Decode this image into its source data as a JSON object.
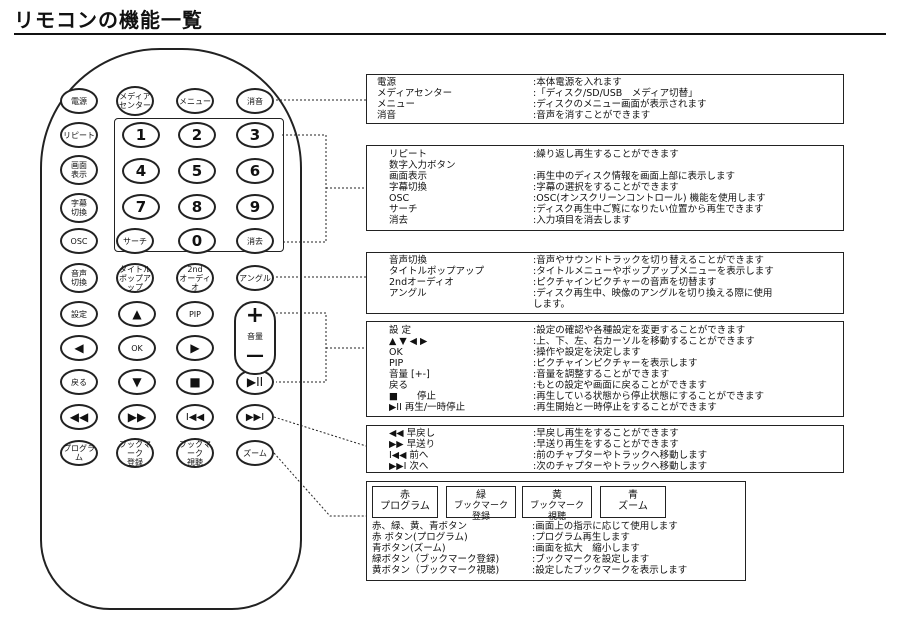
{
  "title": "リモコンの機能一覧",
  "remote": {
    "buttons": {
      "power": "電源",
      "media_center": "メディア\nセンター",
      "menu": "メニュー",
      "mute": "消音",
      "repeat": "リピート",
      "screen_display": "画面\n表示",
      "subtitle": "字幕\n切換",
      "osc": "OSC",
      "search": "サーチ",
      "clear": "消去",
      "audio": "音声\n切換",
      "title_popup": "タイトル\nポップアップ",
      "second_audio": "2nd\nオーディオ",
      "angle": "アングル",
      "setup": "設定",
      "pip": "PIP",
      "ok": "OK",
      "back": "戻る",
      "program": "プログラム",
      "bookmark_register": "ブックマーク\n登録",
      "bookmark_view": "ブックマーク\n視聴",
      "zoom": "ズーム",
      "num_1": "1",
      "num_2": "2",
      "num_3": "3",
      "num_4": "4",
      "num_5": "5",
      "num_6": "6",
      "num_7": "7",
      "num_8": "8",
      "num_9": "9",
      "num_0": "0",
      "up": "▲",
      "down": "▼",
      "left": "◀",
      "right": "▶",
      "stop": "■",
      "play_pause": "▶II",
      "rewind": "◀◀",
      "forward": "▶▶",
      "prev": "I◀◀",
      "next": "▶▶I",
      "vol_plus": "+",
      "vol_minus": "—",
      "vol_label": "音量"
    }
  },
  "boxes": [
    {
      "rows": [
        {
          "label": "電源",
          "desc": ":本体電源を入れます"
        },
        {
          "label": "メディアセンター",
          "desc": ":「ディスク/SD/USB　メディア切替」"
        },
        {
          "label": " メニュー",
          "desc": ":ディスクのメニュー画面が表示されます"
        },
        {
          "label": " 消音",
          "desc": ":音声を消すことができます"
        }
      ]
    },
    {
      "rows": [
        {
          "label": "リピート",
          "desc": ":繰り返し再生することができます"
        },
        {
          "label": "数字入力ボタン",
          "desc": ""
        },
        {
          "label": "画面表示",
          "desc": ":再生中のディスク情報を画面上部に表示します"
        },
        {
          "label": "字幕切換",
          "desc": ":字幕の選択をすることができます"
        },
        {
          "label": "OSC",
          "desc": ":OSC(オンスクリーンコントロール) 機能を使用します"
        },
        {
          "label": "サーチ",
          "desc": ":ディスク再生中ご覧になりたい位置から再生できます"
        },
        {
          "label": "消去",
          "desc": ":入力項目を消去します"
        }
      ]
    },
    {
      "rows": [
        {
          "label": "音声切換",
          "desc": ":音声やサウンドトラックを切り替えることができます"
        },
        {
          "label": "タイトルポップアップ",
          "desc": ":タイトルメニューやポップアップメニューを表示します"
        },
        {
          "label": "2ndオーディオ",
          "desc": ":ピクチャインピクチャーの音声を切替ます"
        },
        {
          "label": "アングル",
          "desc": ":ディスク再生中、映像のアングルを切り換える際に使用"
        },
        {
          "label": "",
          "desc": " します。"
        }
      ]
    },
    {
      "rows": [
        {
          "label": "設 定",
          "desc": ":設定の確認や各種設定を変更することができます"
        },
        {
          "label": "▲ ▼ ◀ ▶",
          "desc": ":上、下、左、右カーソルを移動することができます"
        },
        {
          "label": "OK",
          "desc": ":操作や設定を決定します"
        },
        {
          "label": "PIP",
          "desc": ":ピクチャインピクチャーを表示します"
        },
        {
          "label": "音量 [+-]",
          "desc": ":音量を調整することができます"
        },
        {
          "label": "戻る",
          "desc": ":もとの設定や画面に戻ることができます"
        },
        {
          "label": "■　　停止",
          "desc": ":再生している状態から停止状態にすることができます"
        },
        {
          "label": "▶II 再生/一時停止",
          "desc": ":再生開始と一時停止をすることができます"
        }
      ]
    },
    {
      "rows": [
        {
          "label": "◀◀ 早戻し",
          "desc": ":早戻し再生をすることができます"
        },
        {
          "label": "▶▶ 早送り",
          "desc": ":早送り再生をすることができます"
        },
        {
          "label": "I◀◀ 前へ",
          "desc": ":前のチャプターやトラックへ移動します"
        },
        {
          "label": "▶▶I 次へ",
          "desc": ":次のチャプターやトラックへ移動します"
        }
      ]
    }
  ],
  "color_buttons": [
    {
      "color": "赤",
      "name": "プログラム"
    },
    {
      "color": "緑",
      "name": "ブックマーク\n登録"
    },
    {
      "color": "黄",
      "name": "ブックマーク\n視聴"
    },
    {
      "color": "青",
      "name": "ズーム"
    }
  ],
  "color_rows": [
    {
      "label": "赤、緑、黄、青ボタン",
      "desc": ":画面上の指示に応じて使用します"
    },
    {
      "label": "赤 ボタン(プログラム)",
      "desc": ":プログラム再生します"
    },
    {
      "label": "青ボタン(ズーム)",
      "desc": ":画面を拡大　縮小します"
    },
    {
      "label": "緑ボタン（ブックマーク登録)",
      "desc": ":ブックマークを設定します"
    },
    {
      "label": "黄ボタン（ブックマーク視聴)",
      "desc": ":設定したブックマークを表示します"
    }
  ]
}
